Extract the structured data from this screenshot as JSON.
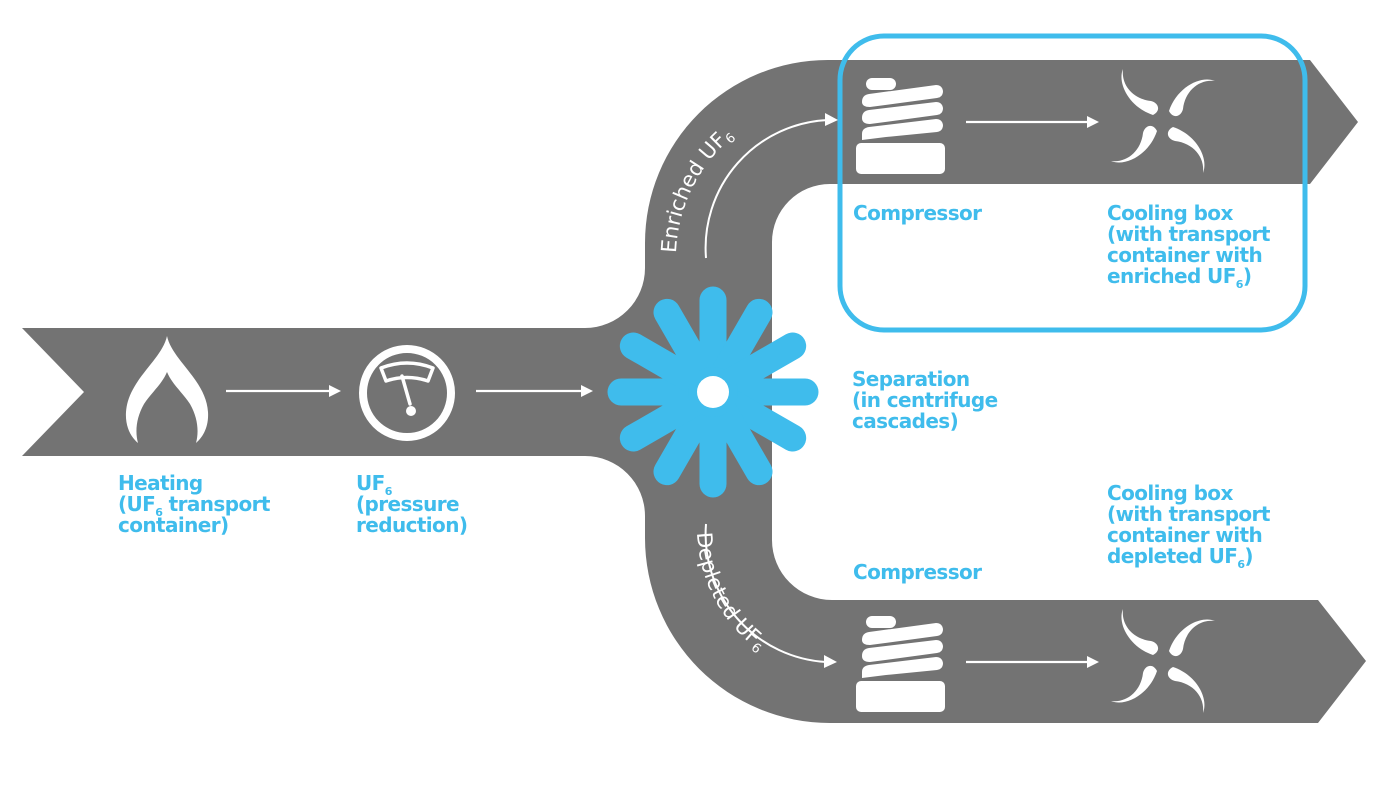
{
  "diagram": {
    "title": "UF6 enrichment process flow",
    "colors": {
      "band": "#737373",
      "accent": "#3fbcec",
      "icon": "#ffffff",
      "background": "#ffffff"
    },
    "steps": {
      "heating": {
        "icon": "flame-icon",
        "lines": [
          "Heating",
          "(UF",
          "container)"
        ],
        "line2_sub": "6",
        "line2_rest": " transport"
      },
      "pressure": {
        "icon": "gauge-icon",
        "lines": [
          "UF",
          "(pressure",
          "reduction)"
        ],
        "line1_sub": "6"
      },
      "separation": {
        "icon": "centrifuge-star-icon",
        "lines": [
          "Separation",
          "(in centrifuge",
          "cascades)"
        ]
      },
      "compressor_enriched": {
        "icon": "compressor-icon",
        "lines": [
          "Compressor"
        ]
      },
      "cooling_enriched": {
        "icon": "fan-icon",
        "lines": [
          "Cooling box",
          "(with transport",
          "container with",
          "enriched UF",
          ")"
        ],
        "sub": "6"
      },
      "compressor_depleted": {
        "icon": "compressor-icon",
        "lines": [
          "Compressor"
        ]
      },
      "cooling_depleted": {
        "icon": "fan-icon",
        "lines": [
          "Cooling box",
          "(with transport",
          "container with",
          "depleted UF",
          ")"
        ],
        "sub": "6"
      }
    },
    "branches": {
      "enriched": {
        "label": "Enriched UF",
        "sub": "6"
      },
      "depleted": {
        "label": "Depleted UF",
        "sub": "6"
      }
    },
    "highlight": {
      "target": "enriched-output-stage"
    }
  }
}
